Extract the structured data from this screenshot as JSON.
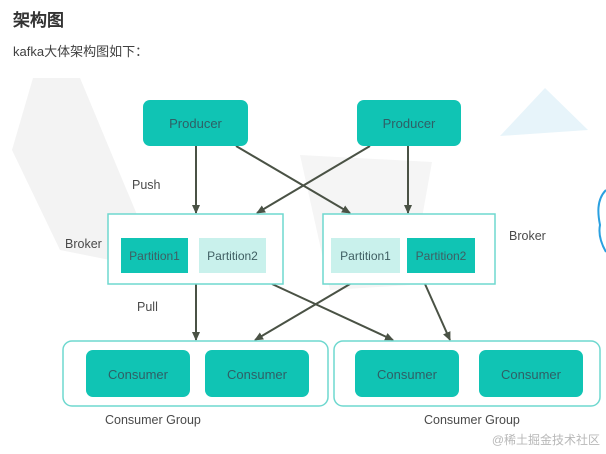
{
  "article": {
    "heading": "架构图",
    "intro": "kafka大体架构图如下："
  },
  "diagram": {
    "colors": {
      "primary": "#10c4b4",
      "light": "#c9f1ec",
      "border": "#6fd8cf",
      "arrow": "#4a5245"
    },
    "producers": [
      {
        "label": "Producer"
      },
      {
        "label": "Producer"
      }
    ],
    "brokers": [
      {
        "label": "Broker",
        "partitions": [
          {
            "label": "Partition1",
            "style": "primary"
          },
          {
            "label": "Partition2",
            "style": "light"
          }
        ]
      },
      {
        "label": "Broker",
        "partitions": [
          {
            "label": "Partition1",
            "style": "light"
          },
          {
            "label": "Partition2",
            "style": "primary"
          }
        ]
      }
    ],
    "consumer_groups": [
      {
        "label": "Consumer Group",
        "consumers": [
          {
            "label": "Consumer"
          },
          {
            "label": "Consumer"
          }
        ]
      },
      {
        "label": "Consumer Group",
        "consumers": [
          {
            "label": "Consumer"
          },
          {
            "label": "Consumer"
          }
        ]
      }
    ],
    "edge_labels": {
      "push": "Push",
      "pull": "Pull"
    }
  },
  "watermark": "@稀土掘金技术社区"
}
